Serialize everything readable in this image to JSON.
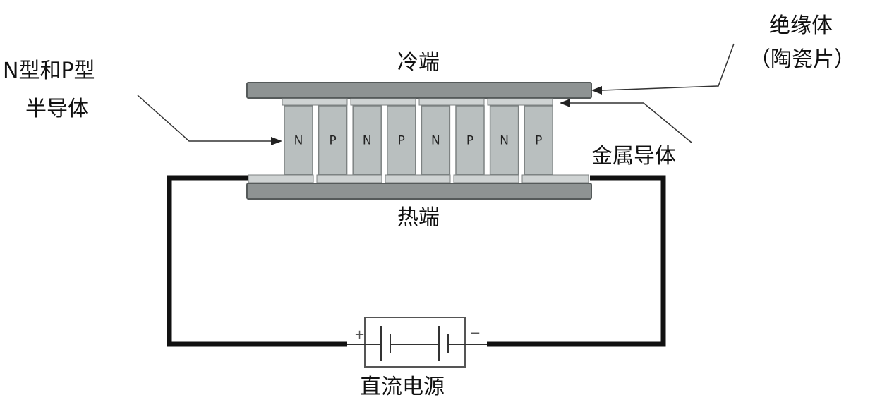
{
  "labels": {
    "cold_end": "冷端",
    "hot_end": "热端",
    "insulator_line1": "绝缘体",
    "insulator_line2": "（陶瓷片）",
    "semiconductor_line1": "N型和P型",
    "semiconductor_line2": "半导体",
    "metal_conductor": "金属导体",
    "power_supply": "直流电源"
  },
  "legs": [
    "N",
    "P",
    "N",
    "P",
    "N",
    "P",
    "N",
    "P"
  ],
  "battery": {
    "plus": "+",
    "minus": "−"
  },
  "colors": {
    "plate": "#8e9393",
    "plate_edge": "#555a5a",
    "leg": "#b9bfbf",
    "leg_edge": "#7d8282",
    "conductor": "#cfd3d3",
    "wire": "#111111"
  }
}
